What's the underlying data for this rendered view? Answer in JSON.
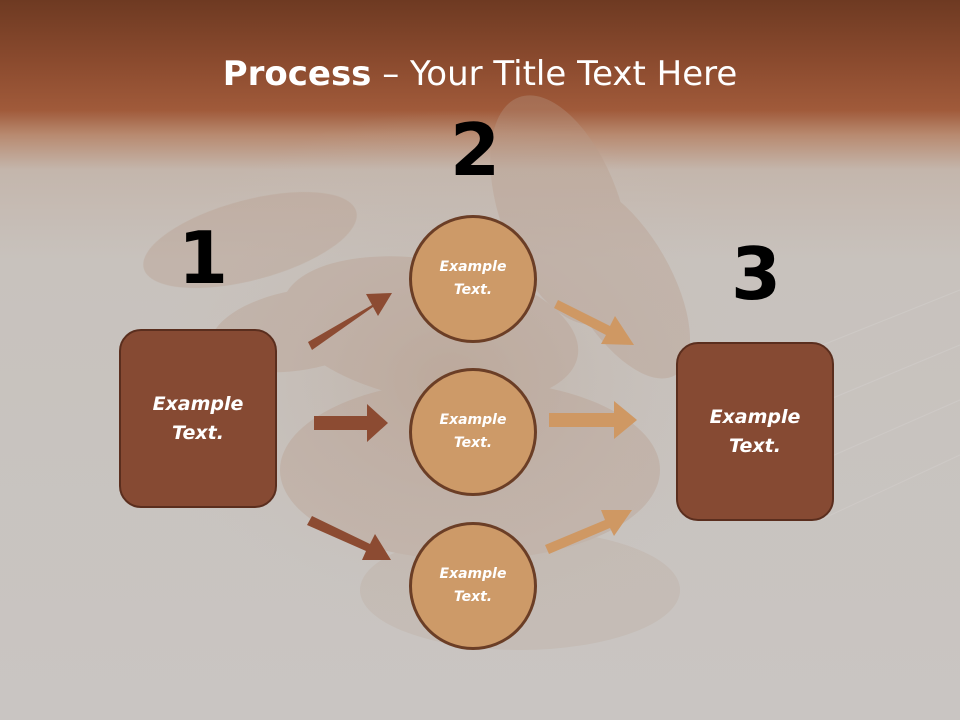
{
  "title": {
    "bold": "Process",
    "rest": " – Your Title Text Here"
  },
  "steps": [
    {
      "number": "1",
      "label": "Example\nText."
    },
    {
      "number": "2",
      "label": "Example\nText."
    },
    {
      "number": "3",
      "label": "Example\nText."
    }
  ],
  "circles": [
    {
      "label": "Example\nText."
    },
    {
      "label": "Example\nText."
    },
    {
      "label": "Example\nText."
    }
  ],
  "colors": {
    "header": "#8a4a2e",
    "box_fill": "#864a33",
    "circle_fill": "#cd9a68",
    "arrow_dark": "#8c4b32",
    "arrow_light": "#cf9863"
  }
}
